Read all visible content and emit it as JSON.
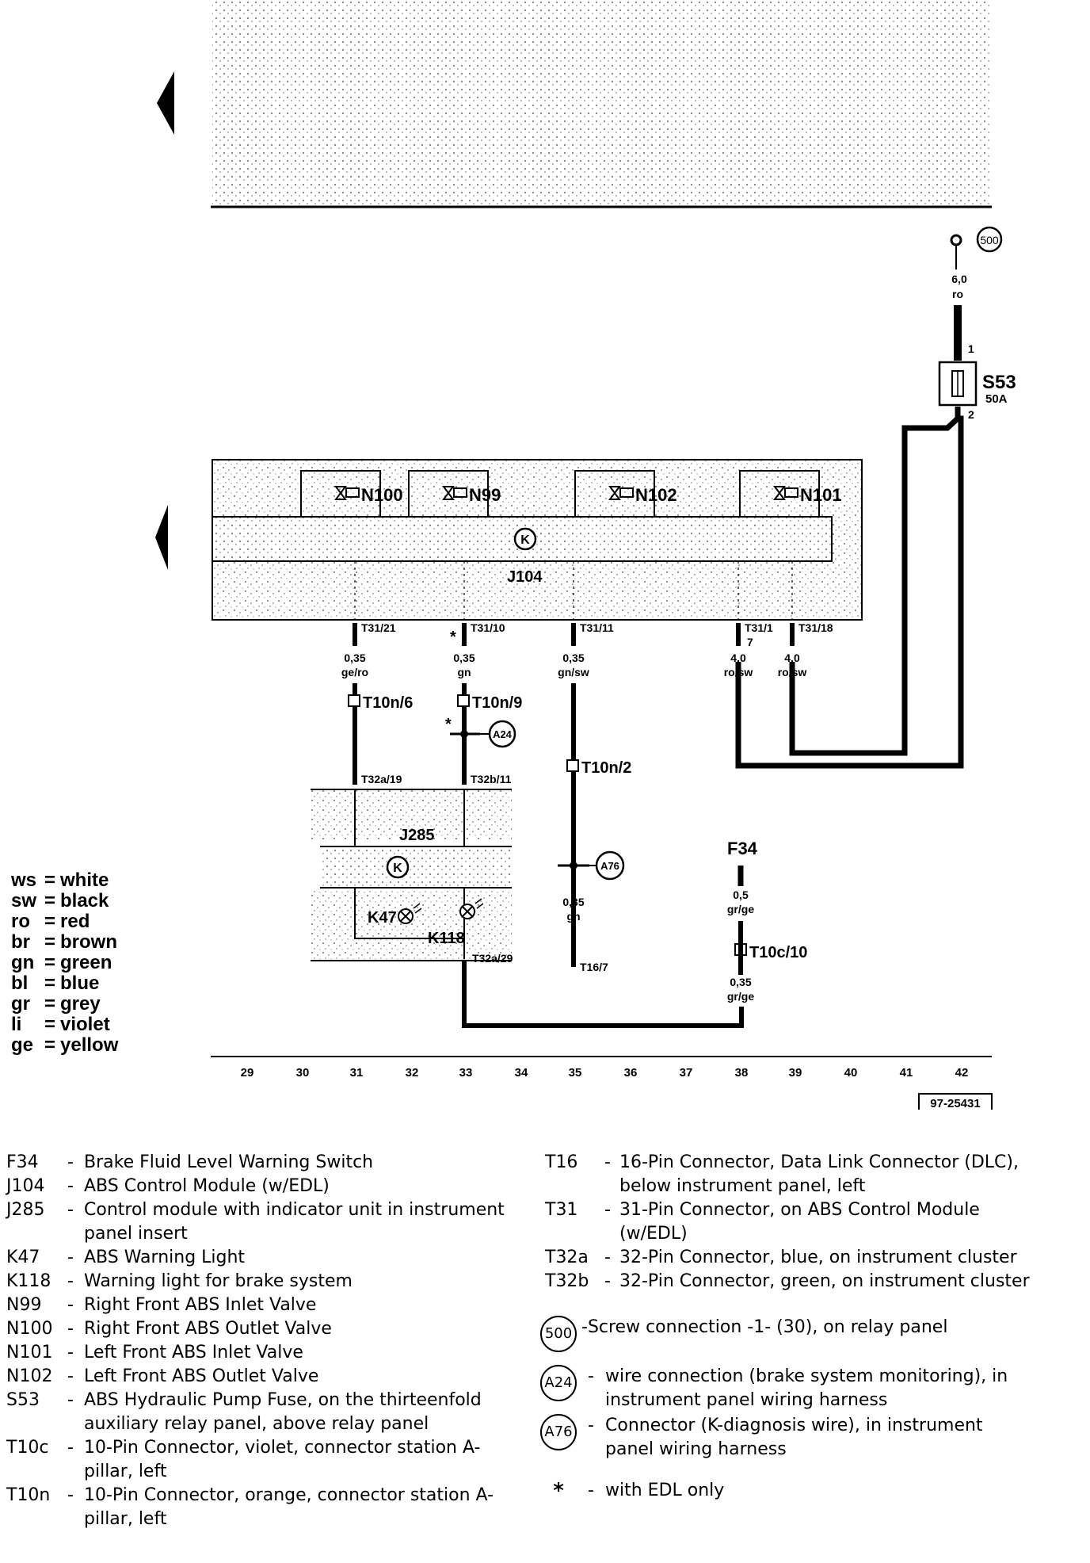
{
  "diagram": {
    "fuse_label": "S53",
    "fuse_rating": "50A",
    "fuse_pin1": "1",
    "fuse_pin2": "2",
    "screw_terminal": "500",
    "top_wire": {
      "size": "6,0",
      "color": "ro"
    },
    "valves": [
      "N100",
      "N99",
      "N102",
      "N101"
    ],
    "abs_module": "J104",
    "cluster_module": "J285",
    "k_symbol": "K",
    "abs_pins": [
      "T31/21",
      "T31/10",
      "T31/11",
      "T31/1",
      "7",
      "T31/18"
    ],
    "wires_upper": [
      {
        "size": "0,35",
        "color": "ge/ro"
      },
      {
        "size": "0,35",
        "color": "gn"
      },
      {
        "size": "0,35",
        "color": "gn/sw"
      },
      {
        "size": "4,0",
        "color": "ro/sw"
      },
      {
        "size": "4,0",
        "color": "ro/sw"
      }
    ],
    "connectors": [
      "T10n/6",
      "T10n/9",
      "T10n/2",
      "T10c/10"
    ],
    "cluster_pins": [
      "T32a/19",
      "T32b/11",
      "T32a/29",
      "T16/7"
    ],
    "wire_connections": [
      "A24",
      "A76"
    ],
    "lower_wire_gn": {
      "size": "0,35",
      "color": "gn"
    },
    "f34": "F34",
    "f34_wire": {
      "size": "0,5",
      "color": "gr/ge"
    },
    "f34_wire_lower": {
      "size": "0,35",
      "color": "gr/ge"
    },
    "lights": [
      "K47",
      "K118"
    ],
    "asterisk": "*",
    "scale": [
      "29",
      "30",
      "31",
      "32",
      "33",
      "34",
      "35",
      "36",
      "37",
      "38",
      "39",
      "40",
      "41",
      "42"
    ],
    "ref_number": "97-25431"
  },
  "color_legend": [
    {
      "code": "ws",
      "name": "white"
    },
    {
      "code": "sw",
      "name": "black"
    },
    {
      "code": "ro",
      "name": "red"
    },
    {
      "code": "br",
      "name": "brown"
    },
    {
      "code": "gn",
      "name": "green"
    },
    {
      "code": "bl",
      "name": "blue"
    },
    {
      "code": "gr",
      "name": "grey"
    },
    {
      "code": "li",
      "name": "violet"
    },
    {
      "code": "ge",
      "name": "yellow"
    }
  ],
  "components_left": [
    {
      "code": "F34",
      "desc": "Brake Fluid Level Warning Switch"
    },
    {
      "code": "J104",
      "desc": "ABS Control Module (w/EDL)"
    },
    {
      "code": "J285",
      "desc": "Control module with indicator unit in instrument panel insert"
    },
    {
      "code": "K47",
      "desc": "ABS Warning Light"
    },
    {
      "code": "K118",
      "desc": "Warning light for brake system"
    },
    {
      "code": "N99",
      "desc": "Right Front ABS Inlet Valve"
    },
    {
      "code": "N100",
      "desc": "Right Front ABS Outlet Valve"
    },
    {
      "code": "N101",
      "desc": "Left Front ABS Inlet Valve"
    },
    {
      "code": "N102",
      "desc": "Left Front ABS Outlet Valve"
    },
    {
      "code": "S53",
      "desc": "ABS Hydraulic Pump Fuse, on the thirteenfold auxiliary relay panel, above relay panel"
    },
    {
      "code": "T10c",
      "desc": "10-Pin Connector, violet, connector station A-pillar, left"
    },
    {
      "code": "T10n",
      "desc": "10-Pin Connector, orange, connector station A-pillar, left"
    }
  ],
  "components_right": [
    {
      "code": "T16",
      "desc": "16-Pin Connector, Data Link Connector (DLC), below instrument panel, left"
    },
    {
      "code": "T31",
      "desc": "31-Pin Connector, on ABS Control Module (w/EDL)"
    },
    {
      "code": "T32a",
      "desc": "32-Pin Connector, blue, on instrument cluster"
    },
    {
      "code": "T32b",
      "desc": "32-Pin Connector, green, on instrument cluster"
    }
  ],
  "circled_refs": [
    {
      "code": "500",
      "desc": "-Screw connection -1- (30), on relay panel"
    },
    {
      "code": "A24",
      "desc": "wire connection (brake system monitoring), in instrument panel wiring harness"
    },
    {
      "code": "A76",
      "desc": "Connector (K-diagnosis wire), in instrument panel wiring harness"
    }
  ],
  "footnote": {
    "symbol": "*",
    "desc": "with EDL only"
  }
}
